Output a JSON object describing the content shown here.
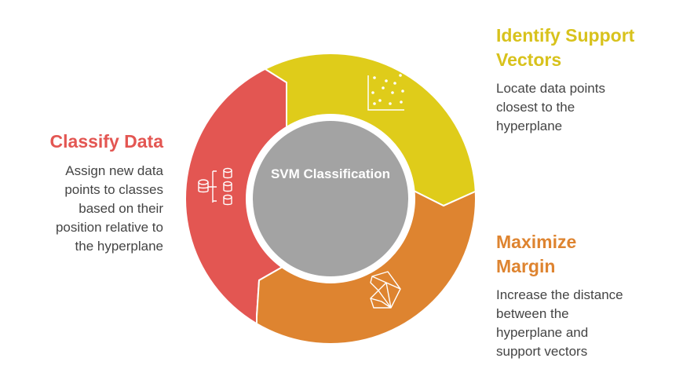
{
  "center": {
    "label": "SVM Classification"
  },
  "steps": [
    {
      "title": "Identify Support Vectors",
      "title_lines": [
        "Identify Support",
        "Vectors"
      ],
      "description_lines": [
        "Locate data points",
        "closest to the",
        "hyperplane"
      ],
      "icon": "scatter-plot-icon",
      "color": "#dfcc1a",
      "text_color": "#d8c21c"
    },
    {
      "title": "Maximize Margin",
      "title_lines": [
        "Maximize",
        "Margin"
      ],
      "description_lines": [
        "Increase the distance",
        "between the",
        "hyperplane and",
        "support vectors"
      ],
      "icon": "polyhedron-icon",
      "color": "#de8430",
      "text_color": "#de8430"
    },
    {
      "title": "Classify Data",
      "title_lines": [
        "Classify Data"
      ],
      "description_lines": [
        "Assign new data",
        "points to classes",
        "based on their",
        "position relative to",
        "the hyperplane"
      ],
      "icon": "database-hierarchy-icon",
      "color": "#e35652",
      "text_color": "#e35652"
    }
  ],
  "colors": {
    "center": "#a3a3a3"
  }
}
